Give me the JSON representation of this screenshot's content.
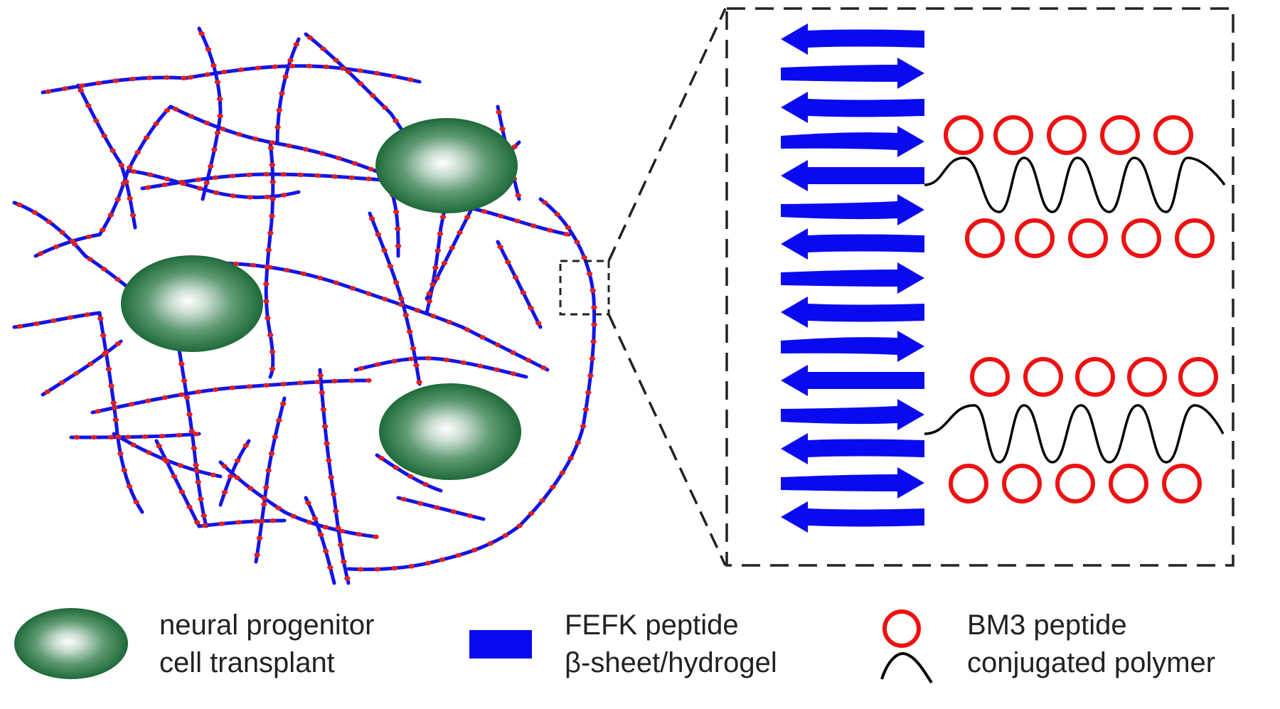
{
  "colors": {
    "fiber": "#1414e6",
    "dot": "#e02020",
    "cell_dark": "#1f6a3a",
    "cell_light": "#ffffff",
    "arrow": "#0a0af0",
    "ring": "#ee1111",
    "polymer": "#000000",
    "frame": "#222222"
  },
  "legend": {
    "cell": {
      "icon": "green-ellipse-icon",
      "line1": "neural progenitor",
      "line2": "cell transplant"
    },
    "peptide": {
      "icon": "blue-bar-icon",
      "line1": "FEFK peptide",
      "line2": "β-sheet/hydrogel"
    },
    "polymer": {
      "icon": "red-ring-and-wave-icon",
      "line1": "BM3 peptide",
      "line2": "conjugated polymer"
    }
  }
}
